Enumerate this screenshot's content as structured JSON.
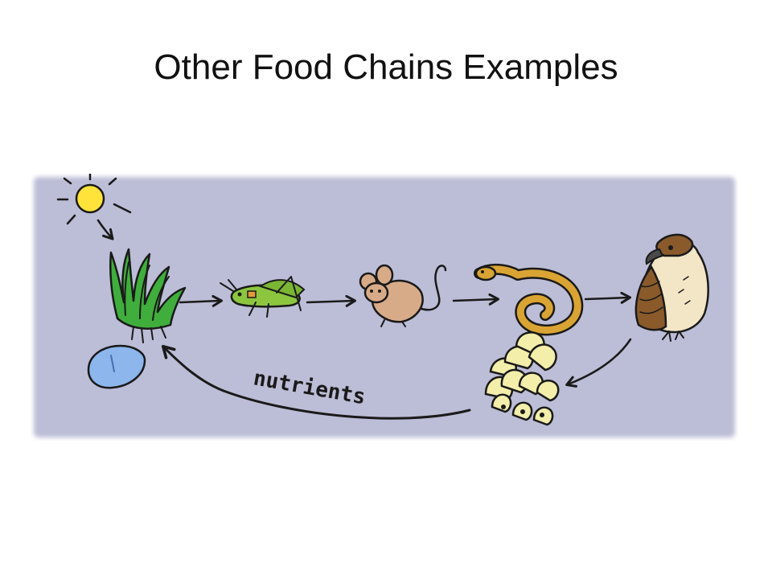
{
  "slide": {
    "title": "Other Food Chains Examples"
  },
  "diagram": {
    "background_color": "#bcbdd6",
    "nutrients_label": "nutrients",
    "organisms": [
      {
        "name": "sun",
        "icon": "sun-icon",
        "color": "#ffe23a"
      },
      {
        "name": "grass",
        "icon": "grass-icon",
        "color": "#3fae3c"
      },
      {
        "name": "water",
        "icon": "water-drop-icon",
        "color": "#8cb6ec"
      },
      {
        "name": "grasshopper",
        "icon": "grasshopper-icon",
        "color": "#8cc63f"
      },
      {
        "name": "mouse",
        "icon": "mouse-icon",
        "color": "#d8ab88"
      },
      {
        "name": "snake",
        "icon": "snake-icon",
        "color": "#d9a433"
      },
      {
        "name": "hawk",
        "icon": "hawk-icon",
        "color": "#8a5a2b"
      },
      {
        "name": "mushrooms",
        "icon": "mushroom-icon",
        "color": "#f3eeaa"
      }
    ]
  }
}
